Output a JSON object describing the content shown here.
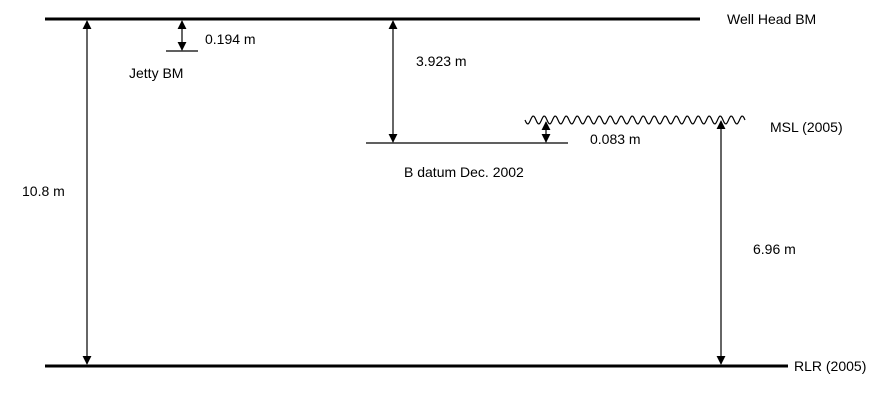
{
  "diagram": {
    "levels": {
      "well_head": "Well Head BM",
      "jetty": "Jetty BM",
      "b_datum": "B datum Dec. 2002",
      "msl": "MSL (2005)",
      "rlr": "RLR (2005)"
    },
    "dimensions": {
      "well_head_to_jetty": "0.194 m",
      "well_head_to_b_datum": "3.923 m",
      "b_datum_to_msl": "0.083 m",
      "msl_to_rlr": "6.96 m",
      "well_head_to_rlr": "10.8 m"
    }
  }
}
